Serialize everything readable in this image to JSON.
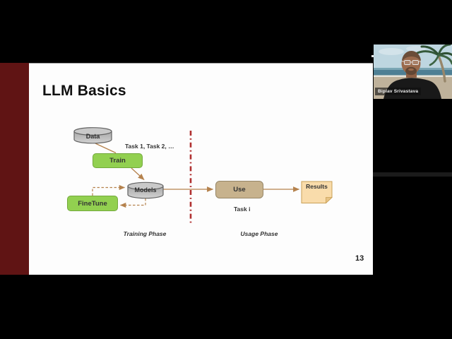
{
  "meeting": {
    "participant_name": "Biplav Srivastava"
  },
  "slide": {
    "title": "LLM Basics",
    "page_number": "13",
    "diagram": {
      "nodes": {
        "data": "Data",
        "train": "Train",
        "models": "Models",
        "finetune": "FineTune",
        "use": "Use",
        "results": "Results"
      },
      "labels": {
        "tasks": "Task 1, Task 2, …",
        "task_i": "Task i",
        "training_phase": "Training Phase",
        "usage_phase": "Usage Phase"
      }
    }
  },
  "colors": {
    "accent_maroon": "#601414",
    "node_green": "#92d050",
    "node_tan": "#c7b28d",
    "note_peach": "#f9dcab",
    "connector_orange": "#b5824d",
    "divider_red": "#b03030",
    "cylinder_gray": "#b9b9b9"
  }
}
